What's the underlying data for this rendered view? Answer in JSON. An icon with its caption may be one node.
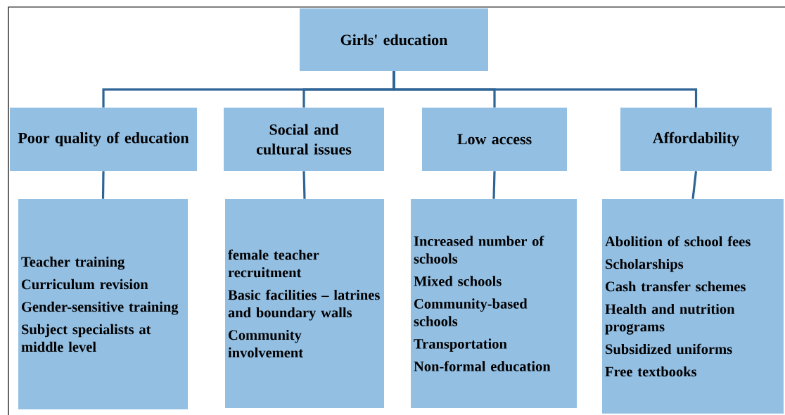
{
  "diagram": {
    "nodes": [
      {
        "text": [
          "Girls' education"
        ]
      },
      {
        "text": [
          "Poor quality of education"
        ]
      },
      {
        "text": [
          "Social and cultural issues"
        ]
      },
      {
        "text": [
          "Low access"
        ]
      },
      {
        "text": [
          "Affordability"
        ]
      },
      {
        "text": [
          "Teacher training",
          "Curriculum revision",
          "Gender-sensitive training",
          "Subject specialists at middle level"
        ]
      },
      {
        "text": [
          "female teacher recruitment",
          "Basic facilities – latrines and boundary walls",
          "Community involvement"
        ]
      },
      {
        "text": [
          "Increased number of schools",
          "Mixed schools",
          "Community-based schools",
          "Transportation",
          "Non-formal education"
        ]
      },
      {
        "text": [
          "Abolition of school fees",
          "Scholarships",
          "Cash transfer schemes",
          "Health and nutrition programs",
          "Subsidized uniforms",
          "Free textbooks"
        ]
      }
    ],
    "edges": [
      {
        "from": 0,
        "to": 1,
        "arrow": "none"
      },
      {
        "from": 0,
        "to": 2,
        "arrow": "none"
      },
      {
        "from": 0,
        "to": 3,
        "arrow": "none"
      },
      {
        "from": 0,
        "to": 4,
        "arrow": "none"
      },
      {
        "from": 1,
        "to": 5,
        "arrow": "none"
      },
      {
        "from": 2,
        "to": 6,
        "arrow": "none"
      },
      {
        "from": 3,
        "to": 7,
        "arrow": "none"
      },
      {
        "from": 4,
        "to": 8,
        "arrow": "none"
      }
    ]
  }
}
